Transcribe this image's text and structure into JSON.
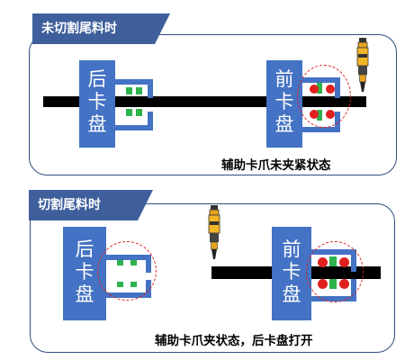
{
  "panels": [
    {
      "tab_label": "未切割尾料时",
      "rear_chuck_label": "后\n卡\n盘",
      "front_chuck_label": "前\n卡\n盘",
      "caption": "辅助卡爪未夹紧状态"
    },
    {
      "tab_label": "切割尾料时",
      "rear_chuck_label": "后\n卡\n盘",
      "front_chuck_label": "前\n卡\n盘",
      "caption": "辅助卡爪夹状态，后卡盘打开"
    }
  ],
  "colors": {
    "panel_border": "#2f4d7e",
    "tab": "#3e5f9b",
    "chuck": "#4472c4",
    "jaw": "#2db24c",
    "roller": "#e0201e",
    "rod": "#000000"
  }
}
